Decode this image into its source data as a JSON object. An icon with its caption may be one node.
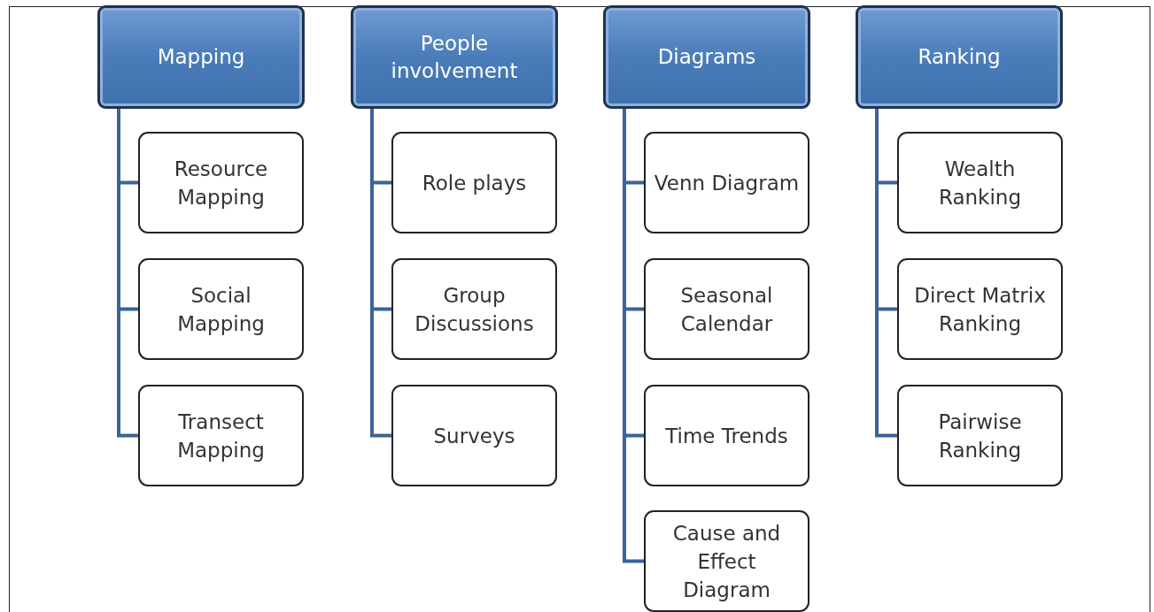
{
  "diagram": {
    "nodes": [
      {
        "text": [
          "Mapping"
        ]
      },
      {
        "text": [
          "Resource Mapping"
        ]
      },
      {
        "text": [
          "Social Mapping"
        ]
      },
      {
        "text": [
          "Transect Mapping"
        ]
      },
      {
        "text": [
          "People involvement"
        ]
      },
      {
        "text": [
          "Role plays"
        ]
      },
      {
        "text": [
          "Group Discussions"
        ]
      },
      {
        "text": [
          "Surveys"
        ]
      },
      {
        "text": [
          "Diagrams"
        ]
      },
      {
        "text": [
          "Venn Diagram"
        ]
      },
      {
        "text": [
          "Seasonal Calendar"
        ]
      },
      {
        "text": [
          "Time Trends"
        ]
      },
      {
        "text": [
          "Cause and Effect Diagram"
        ]
      },
      {
        "text": [
          "Ranking"
        ]
      },
      {
        "text": [
          "Wealth Ranking"
        ]
      },
      {
        "text": [
          "Direct Matrix Ranking"
        ]
      },
      {
        "text": [
          "Pairwise Ranking"
        ]
      }
    ],
    "edges": [
      {
        "from": 0,
        "to": 1,
        "arrow": "none"
      },
      {
        "from": 0,
        "to": 2,
        "arrow": "none"
      },
      {
        "from": 0,
        "to": 3,
        "arrow": "none"
      },
      {
        "from": 4,
        "to": 5,
        "arrow": "none"
      },
      {
        "from": 4,
        "to": 6,
        "arrow": "none"
      },
      {
        "from": 4,
        "to": 7,
        "arrow": "none"
      },
      {
        "from": 8,
        "to": 9,
        "arrow": "none"
      },
      {
        "from": 8,
        "to": 10,
        "arrow": "none"
      },
      {
        "from": 8,
        "to": 11,
        "arrow": "none"
      },
      {
        "from": 8,
        "to": 12,
        "arrow": "none"
      },
      {
        "from": 13,
        "to": 14,
        "arrow": "none"
      },
      {
        "from": 13,
        "to": 15,
        "arrow": "none"
      },
      {
        "from": 13,
        "to": 16,
        "arrow": "none"
      }
    ]
  }
}
